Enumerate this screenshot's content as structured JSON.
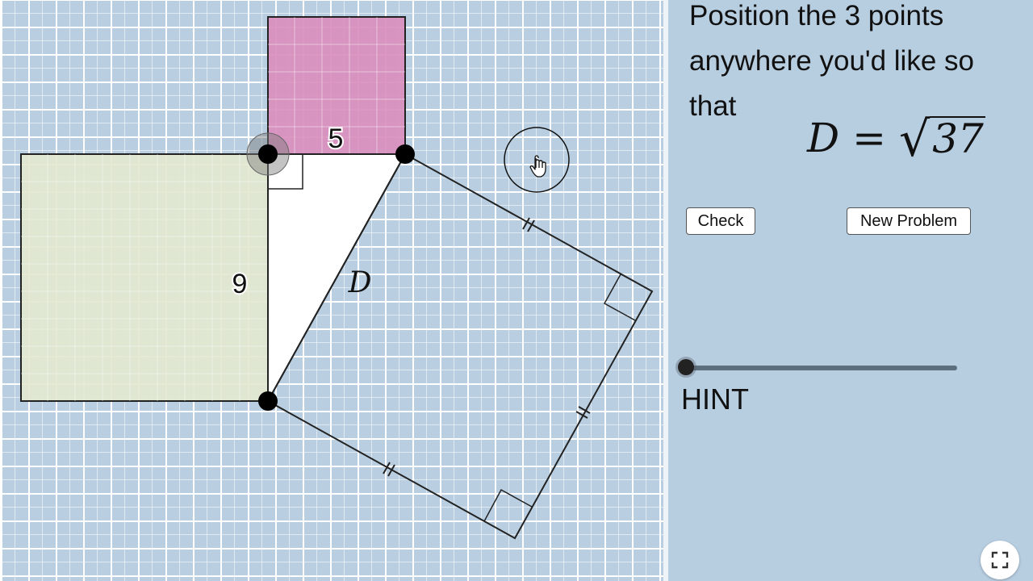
{
  "canvas": {
    "side_label_top": "5",
    "side_label_left": "9",
    "hypotenuse_label": "D"
  },
  "panel": {
    "instruction": "Position the 3 points anywhere you'd like so that",
    "formula": {
      "lhs": "D",
      "equals": "=",
      "radicand": "37"
    },
    "check_label": "Check",
    "new_problem_label": "New Problem",
    "hint_label": "HINT",
    "hint_slider_value": 0
  },
  "colors": {
    "grid_background": "#b9cfe1",
    "top_square_fill": "#d98fbd",
    "left_square_fill": "#e2e8cf",
    "triangle_fill": "#ffffff"
  },
  "icons": {
    "cursor": "hand-cursor-icon",
    "fullscreen": "fullscreen-icon"
  }
}
